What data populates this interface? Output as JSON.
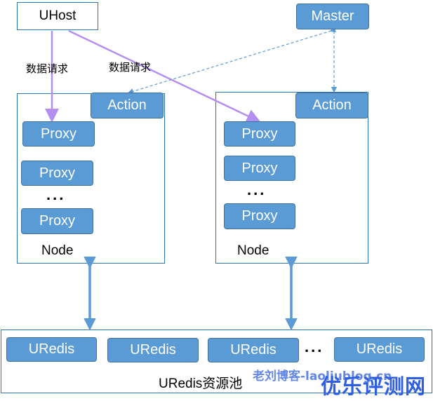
{
  "uhost": "UHost",
  "master": "Master",
  "data_request_left": "数据请求",
  "data_request_right": "数据请求",
  "node_left": {
    "action": "Action",
    "proxies": [
      "Proxy",
      "Proxy",
      "Proxy"
    ],
    "ellipsis": "...",
    "label": "Node"
  },
  "node_right": {
    "action": "Action",
    "proxies": [
      "Proxy",
      "Proxy",
      "Proxy"
    ],
    "ellipsis": "...",
    "label": "Node"
  },
  "pool": {
    "items": [
      "URedis",
      "URedis",
      "URedis",
      "URedis"
    ],
    "ellipsis": "...",
    "label": "URedis资源池"
  },
  "watermark_blog": "老刘博客-laoliublog.cn",
  "watermark_site": "优乐评测网",
  "colors": {
    "box_fill": "#5b9bd5",
    "frame_border": "#2e75b6",
    "request_arrow": "#b38ff0",
    "link_arrow": "#5b9bd5"
  }
}
